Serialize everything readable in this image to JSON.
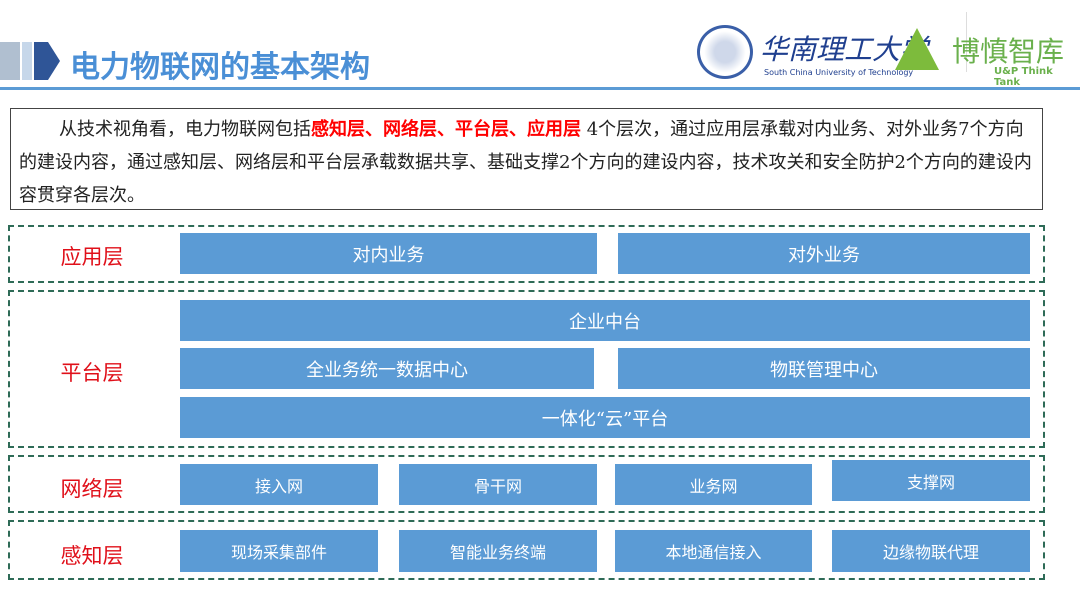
{
  "header": {
    "title": "电力物联网的基本架构",
    "university_cn": "华南理工大学",
    "university_en": "South China University of Technology",
    "think_tank_cn": "博慎智库",
    "think_tank_en": "U&P Think Tank"
  },
  "intro": {
    "prefix": "从技术视角看，电力物联网包括",
    "highlight": "感知层、网络层、平台层、应用层",
    "suffix": " 4个层次，通过应用层承载对内业务、对外业务7个方向的建设内容，通过感知层、网络层和平台层承载数据共享、基础支撑2个方向的建设内容，技术攻关和安全防护2个方向的建设内容贯穿各层次。"
  },
  "layers": {
    "application": {
      "label": "应用层",
      "items": [
        "对内业务",
        "对外业务"
      ]
    },
    "platform": {
      "label": "平台层",
      "items": [
        "企业中台",
        "全业务统一数据中心",
        "物联管理中心",
        "一体化“云”平台"
      ]
    },
    "network": {
      "label": "网络层",
      "items": [
        "接入网",
        "骨干网",
        "业务网",
        "支撑网"
      ]
    },
    "perception": {
      "label": "感知层",
      "items": [
        "现场采集部件",
        "智能业务终端",
        "本地通信接入",
        "边缘物联代理"
      ]
    }
  },
  "colors": {
    "accent": "#5b9bd5",
    "highlight": "#ff0000",
    "layer_label": "#e0101a"
  }
}
